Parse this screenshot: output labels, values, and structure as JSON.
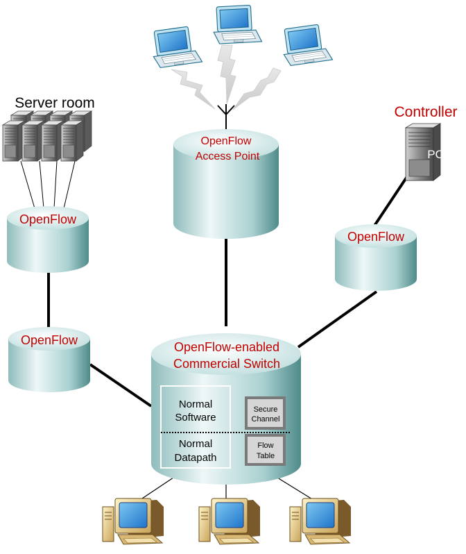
{
  "labels": {
    "server_room": "Server room",
    "controller": "Controller",
    "pc": "PC",
    "openflow": "OpenFlow",
    "access_point_line1": "OpenFlow",
    "access_point_line2": "Access Point",
    "switch_line1": "OpenFlow-enabled",
    "switch_line2": "Commercial Switch",
    "normal_software_line1": "Normal",
    "normal_software_line2": "Software",
    "normal_datapath_line1": "Normal",
    "normal_datapath_line2": "Datapath",
    "secure_channel_line1": "Secure",
    "secure_channel_line2": "Channel",
    "flow_table_line1": "Flow",
    "flow_table_line2": "Table"
  },
  "colors": {
    "label_red": "#c00000",
    "cylinder_light": "#eef7f7",
    "cylinder_mid": "#9ccaca",
    "cylinder_dark": "#4f8a8a",
    "link": "#000000"
  },
  "icons": [
    "laptop-icon",
    "wireless-antenna-icon",
    "server-rack-icon",
    "desktop-computer-icon"
  ]
}
